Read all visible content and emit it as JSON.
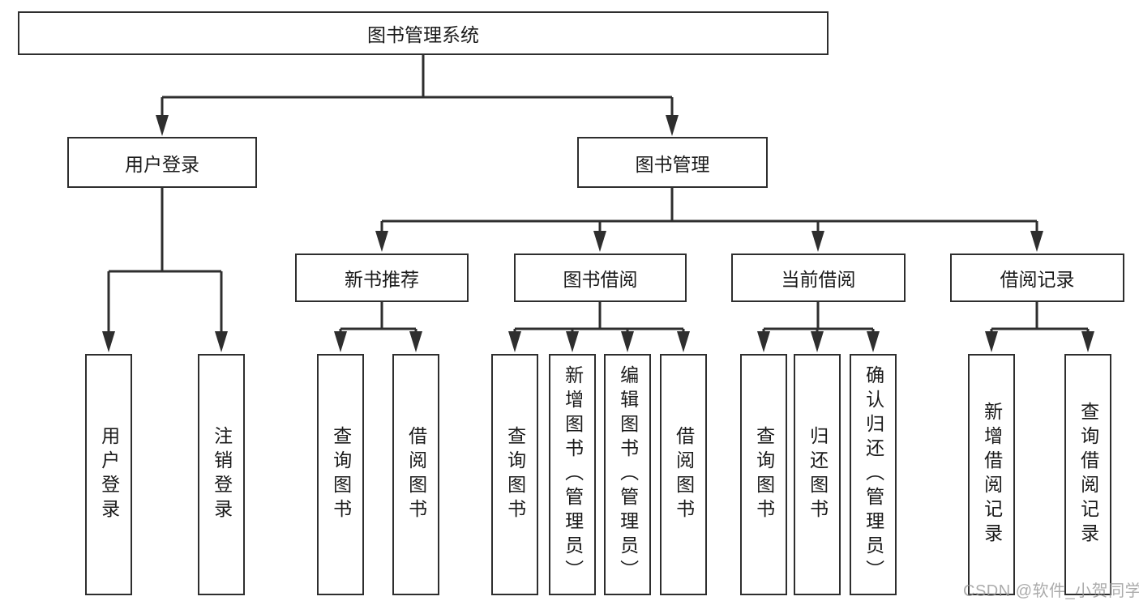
{
  "diagram": {
    "root": {
      "label": "图书管理系统"
    },
    "level2": [
      {
        "id": "user-login",
        "label": "用户登录"
      },
      {
        "id": "book-management",
        "label": "图书管理"
      }
    ],
    "level3": [
      {
        "id": "new-book-recommend",
        "label": "新书推荐"
      },
      {
        "id": "book-borrowing",
        "label": "图书借阅"
      },
      {
        "id": "current-borrowing",
        "label": "当前借阅"
      },
      {
        "id": "borrowing-records",
        "label": "借阅记录"
      }
    ],
    "leaves": {
      "user_login": [
        "用户登录",
        "注销登录"
      ],
      "new_book_recommend": [
        "查询图书",
        "借阅图书"
      ],
      "book_borrowing": [
        "查询图书",
        "新增图书（管理员）",
        "编辑图书（管理员）",
        "借阅图书"
      ],
      "current_borrowing": [
        "查询图书",
        "归还图书",
        "确认归还（管理员）"
      ],
      "borrowing_records": [
        "新增借阅记录",
        "查询借阅记录"
      ]
    }
  },
  "watermark": {
    "text": "CSDN @软件_小贺同学"
  },
  "colors": {
    "line": "#2e2e2e",
    "text": "#1a1a1a",
    "background": "#ffffff",
    "watermark": "#969696"
  }
}
